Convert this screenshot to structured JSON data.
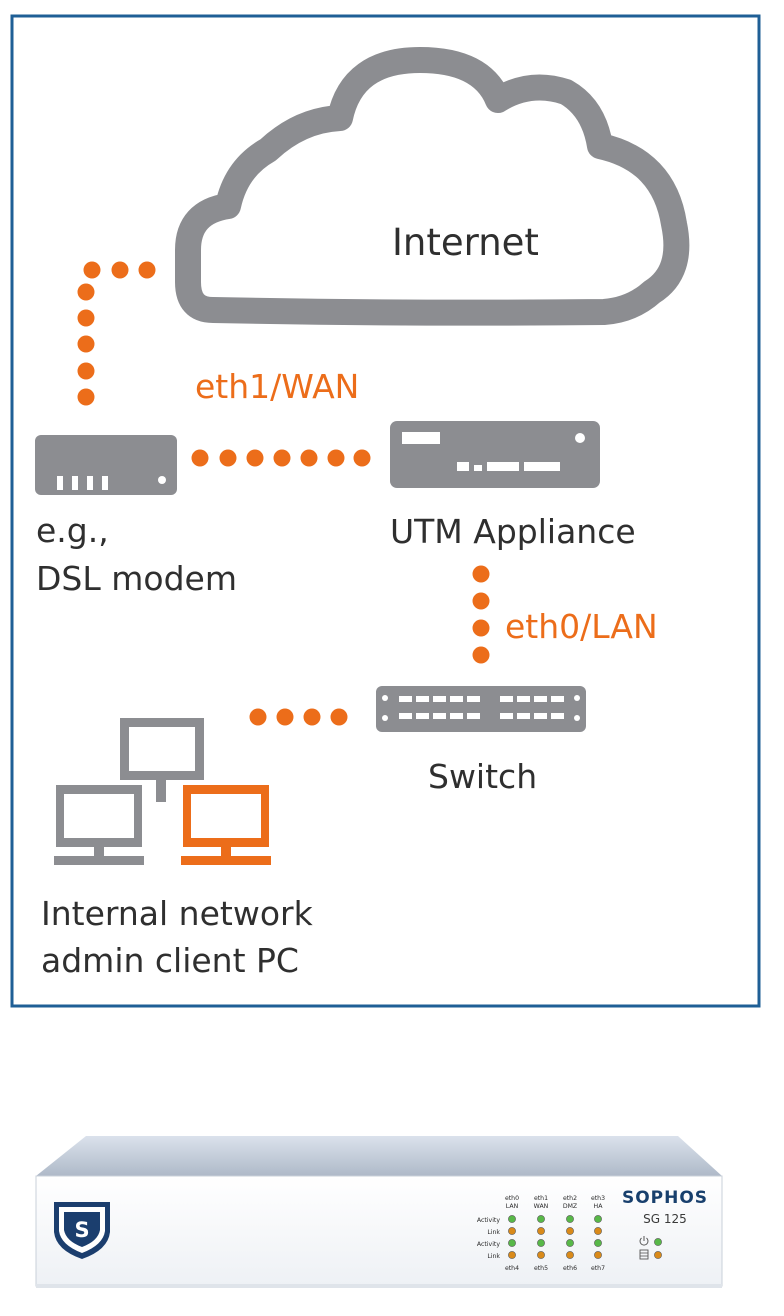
{
  "colors": {
    "frame": "#1f5f96",
    "accent": "#ec6d1a",
    "device": "#8c8d91",
    "text": "#2f2f2f",
    "led_green": "#58b848",
    "led_amber": "#d98a1a",
    "brand": "#18406d"
  },
  "diagram": {
    "cloud_label": "Internet",
    "wan_label": "eth1/WAN",
    "lan_label": "eth0/LAN",
    "modem_label_line1": "e.g.,",
    "modem_label_line2": "DSL modem",
    "utm_label": "UTM Appliance",
    "switch_label": "Switch",
    "client_label_line1": "Internal network",
    "client_label_line2": "admin client PC"
  },
  "appliance": {
    "icons": [
      "shield-logo-icon",
      "power-icon",
      "storage-icon"
    ],
    "brand": "SOPHOS",
    "model": "SG 125",
    "ports_top": [
      {
        "name": "eth0",
        "role": "LAN"
      },
      {
        "name": "eth1",
        "role": "WAN"
      },
      {
        "name": "eth2",
        "role": "DMZ"
      },
      {
        "name": "eth3",
        "role": "HA"
      }
    ],
    "ports_bottom": [
      "eth4",
      "eth5",
      "eth6",
      "eth7"
    ],
    "row_labels": [
      "Activity",
      "Link",
      "Activity",
      "Link"
    ]
  }
}
